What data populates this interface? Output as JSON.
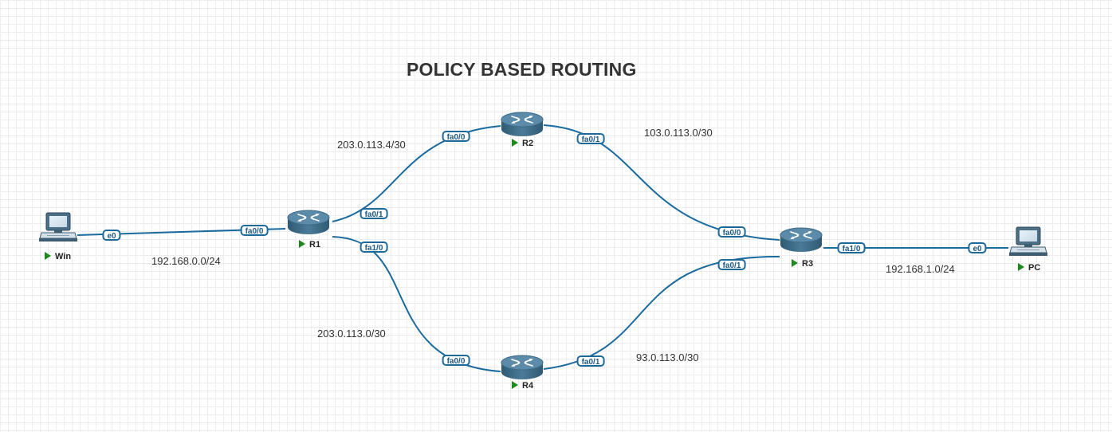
{
  "title": "POLICY BASED ROUTING",
  "colors": {
    "link": "#1a6a9e",
    "router_body": "#3c6a85",
    "router_top": "#5b8ba8",
    "label_border": "#1d6a9a",
    "label_text": "#1d5a86",
    "run_indicator": "#1e8a1e"
  },
  "nodes": {
    "win": {
      "label": "Win",
      "icon": "pc-icon"
    },
    "r1": {
      "label": "R1",
      "icon": "router-icon"
    },
    "r2": {
      "label": "R2",
      "icon": "router-icon"
    },
    "r3": {
      "label": "R3",
      "icon": "router-icon"
    },
    "r4": {
      "label": "R4",
      "icon": "router-icon"
    },
    "pc": {
      "label": "PC",
      "icon": "pc-icon"
    }
  },
  "interfaces": {
    "win_e0": "e0",
    "r1_fa00": "fa0/0",
    "r1_fa01": "fa0/1",
    "r1_fa10": "fa1/0",
    "r2_fa00": "fa0/0",
    "r2_fa01": "fa0/1",
    "r3_fa00": "fa0/0",
    "r3_fa01": "fa0/1",
    "r3_fa10": "fa1/0",
    "r4_fa00": "fa0/0",
    "r4_fa01": "fa0/1",
    "pc_e0": "e0"
  },
  "subnets": {
    "win_r1": "192.168.0.0/24",
    "r1_r2": "203.0.113.4/30",
    "r2_r3": "103.0.113.0/30",
    "r1_r4": "203.0.113.0/30",
    "r4_r3": "93.0.113.0/30",
    "r3_pc": "192.168.1.0/24"
  }
}
